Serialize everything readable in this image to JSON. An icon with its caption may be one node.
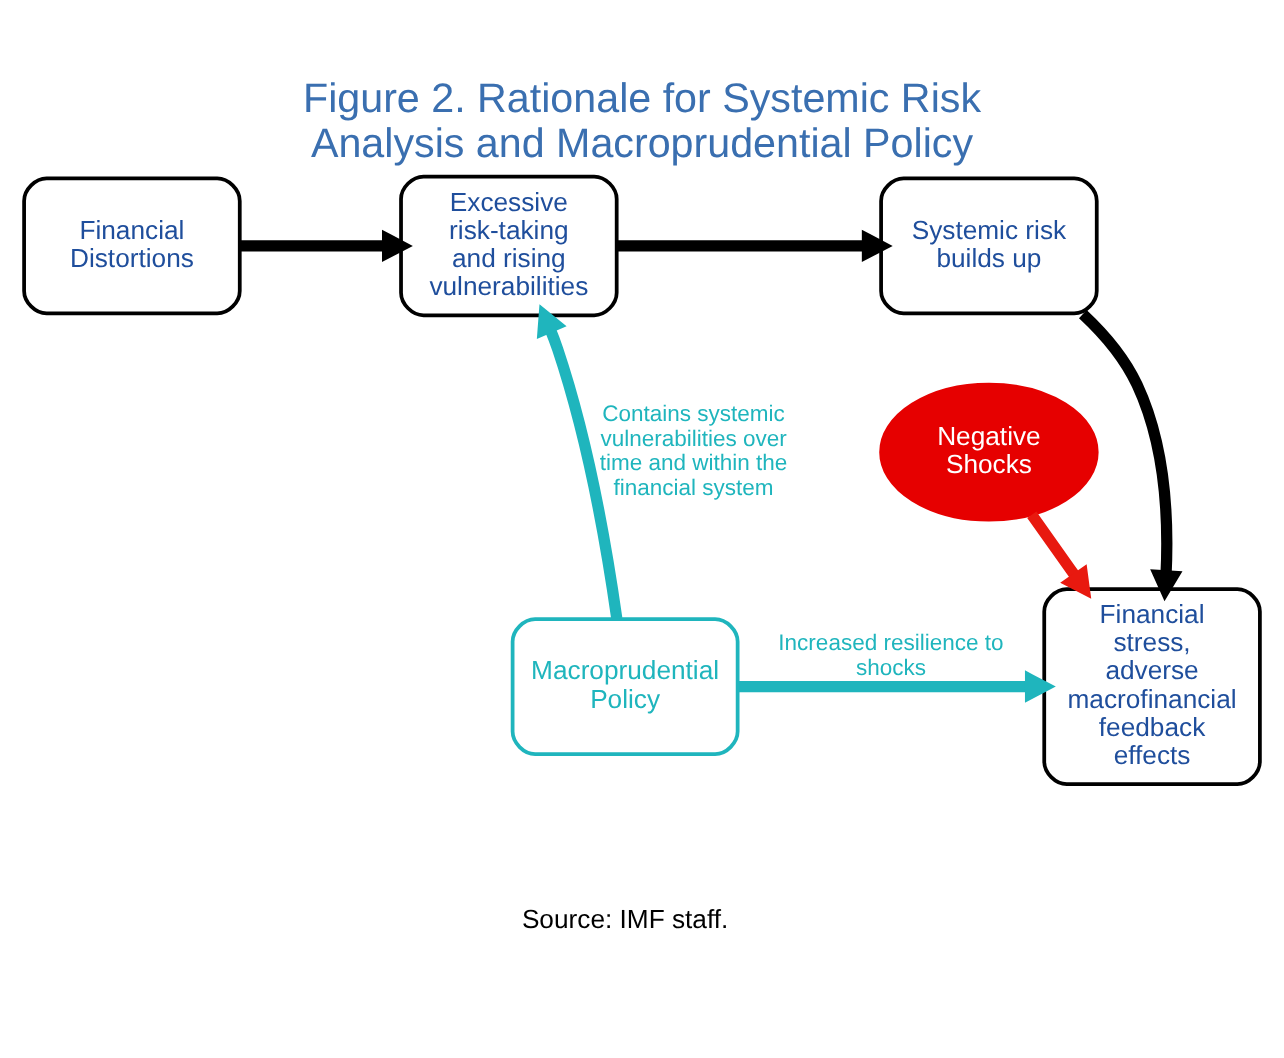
{
  "diagram": {
    "title": "Figure 2. Rationale for Systemic Risk Analysis and Macroprudential Policy",
    "caption": "Source: IMF staff.",
    "nodes": [
      {
        "text": [
          "Financial Distortions"
        ]
      },
      {
        "text": [
          "Excessive risk-taking and rising vulnerabilities"
        ]
      },
      {
        "text": [
          "Systemic risk builds up"
        ]
      },
      {
        "text": [
          "Negative Shocks"
        ]
      },
      {
        "text": [
          "Macroprudential Policy"
        ]
      },
      {
        "text": [
          "Financial stress, adverse macrofinancial feedback effects"
        ]
      }
    ],
    "edges": [
      {
        "from": 0,
        "to": 1,
        "arrow": "to"
      },
      {
        "from": 1,
        "to": 2,
        "arrow": "to"
      },
      {
        "from": 2,
        "to": 5,
        "arrow": "to"
      },
      {
        "from": 3,
        "to": 5,
        "arrow": "to",
        "color": "#e8190f"
      },
      {
        "from": 4,
        "to": 1,
        "arrow": "to",
        "color": "#1fb5bd",
        "label": "Contains systemic vulnerabilities over time and within the financial system"
      },
      {
        "from": 4,
        "to": 5,
        "arrow": "to",
        "color": "#1fb5bd",
        "label": "Increased resilience to shocks"
      }
    ]
  }
}
